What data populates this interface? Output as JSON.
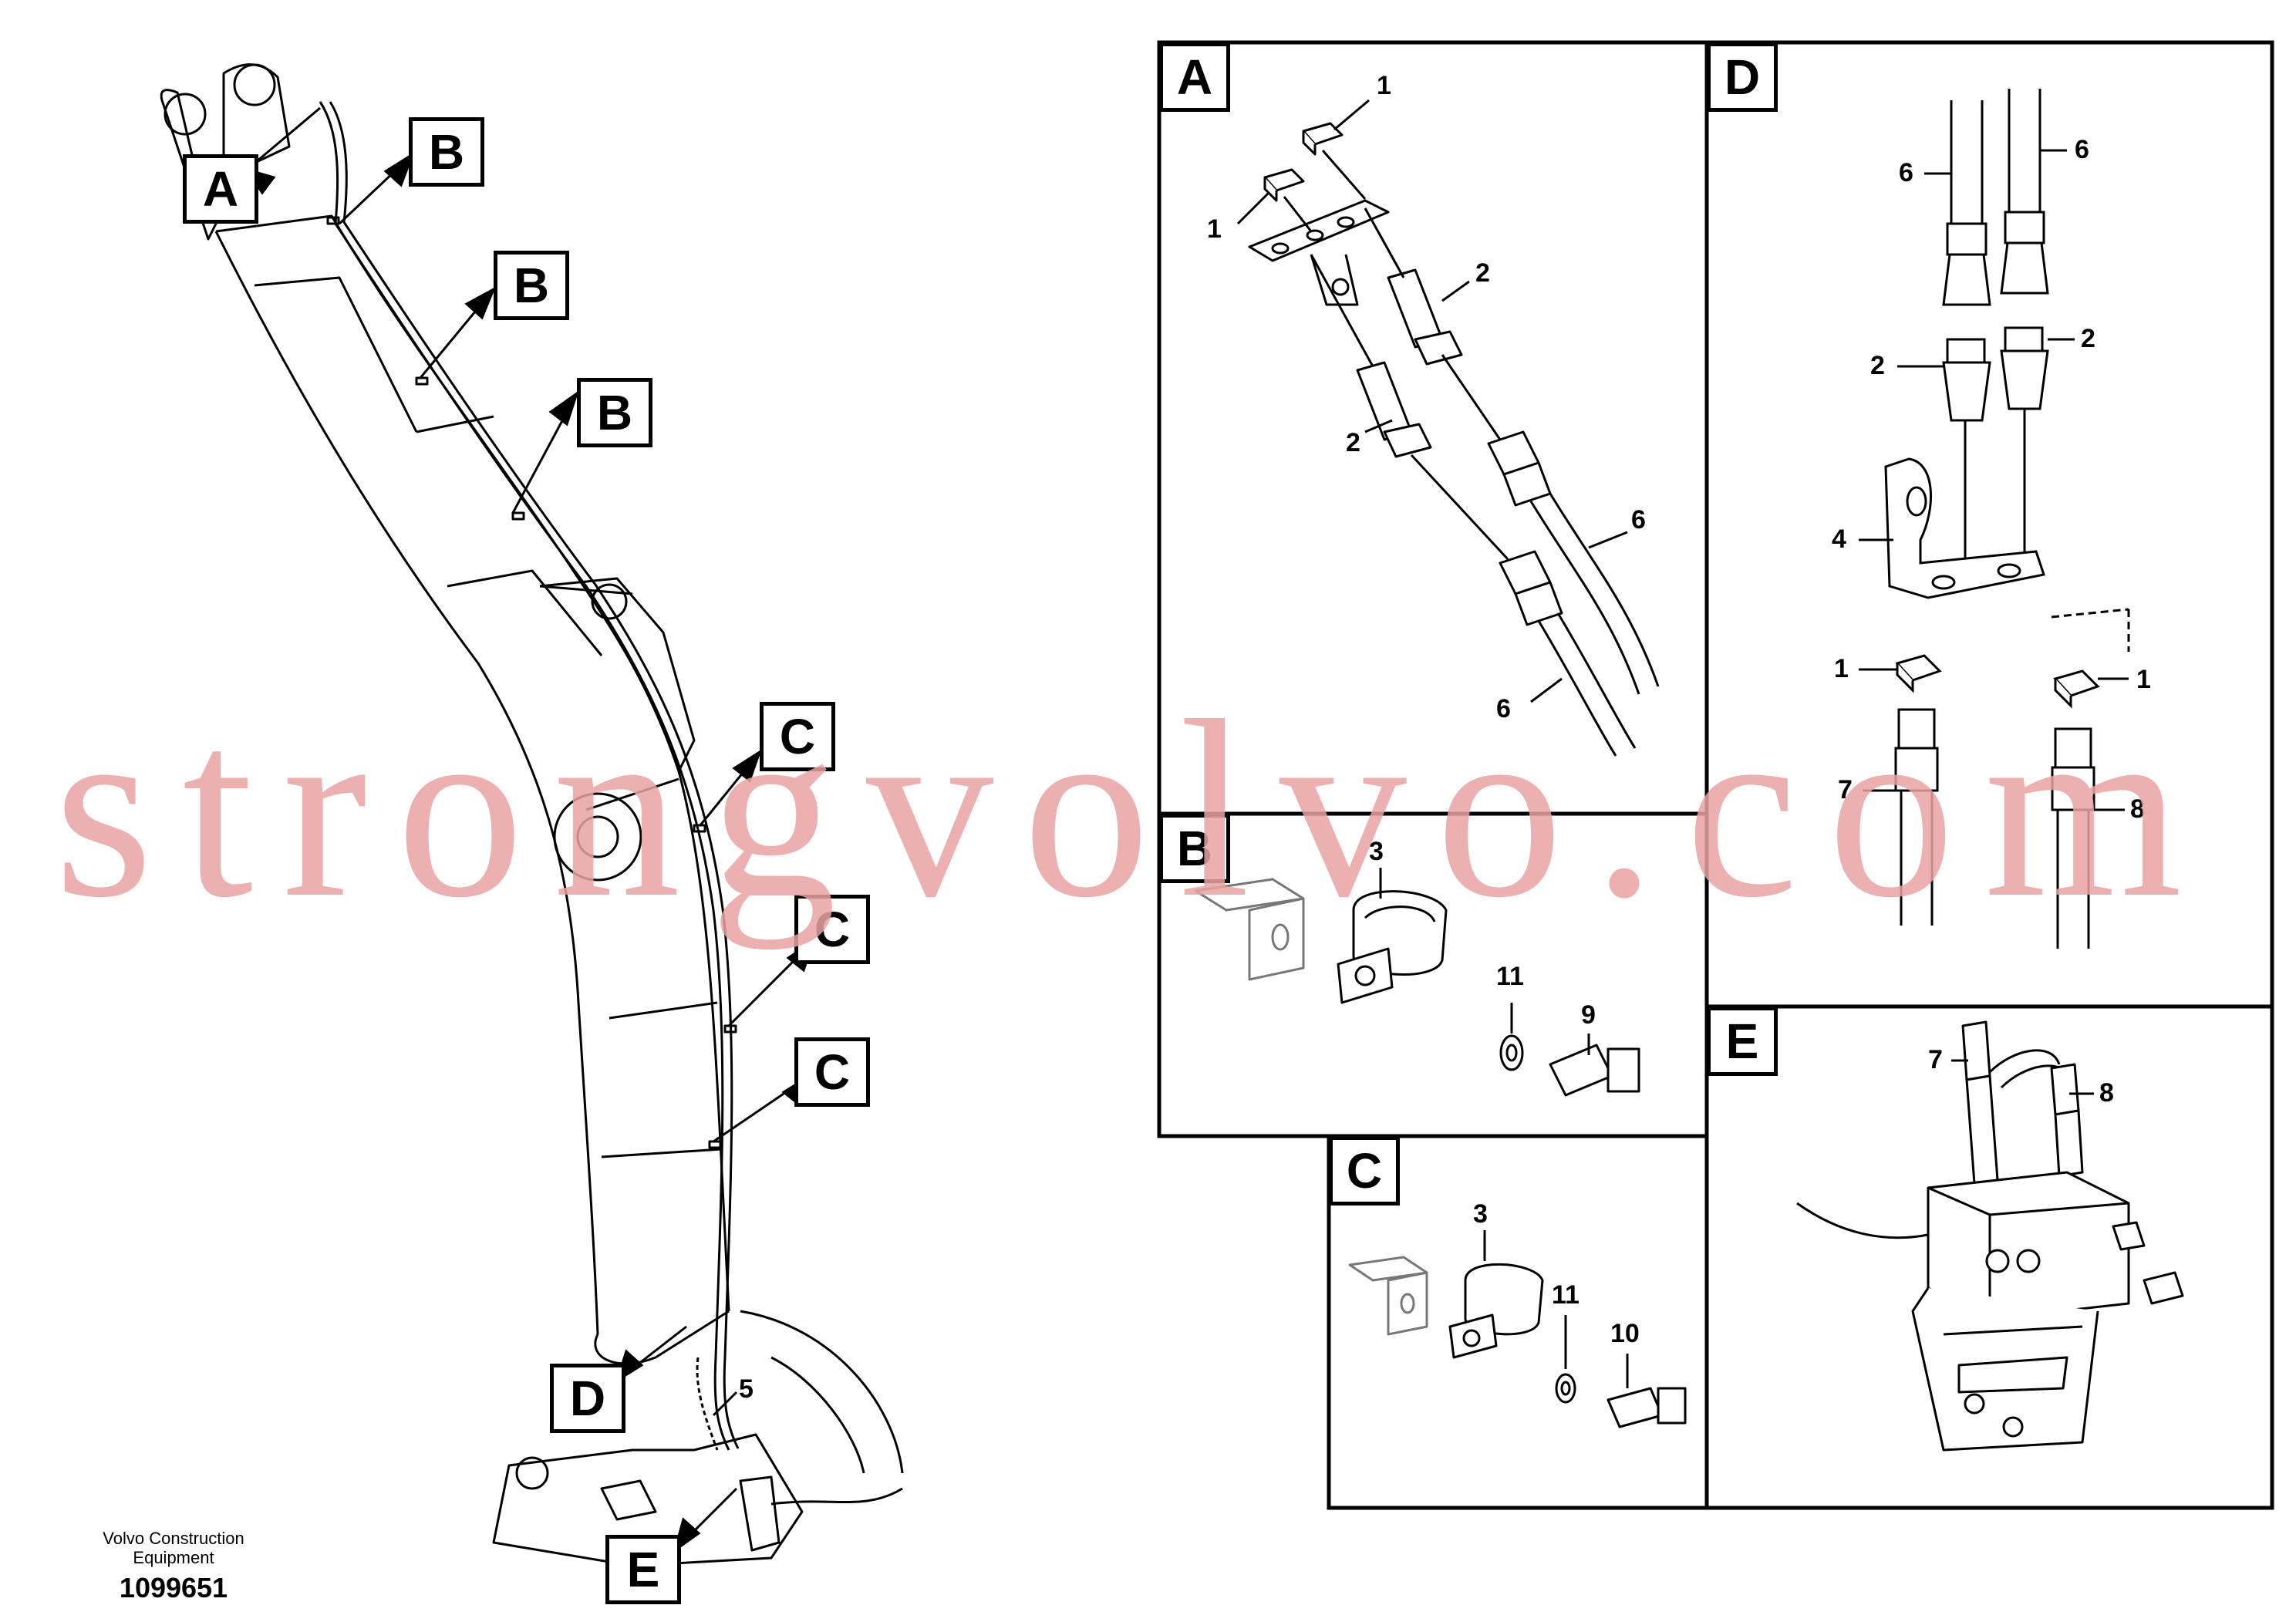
{
  "watermark": "strongvolvo.com",
  "footer": {
    "company_line1": "Volvo Construction",
    "company_line2": "Equipment",
    "drawing_number": "1099651"
  },
  "overview_callouts": {
    "a": "A",
    "b1": "B",
    "b2": "B",
    "b3": "B",
    "c1": "C",
    "c2": "C",
    "c3": "C",
    "d": "D",
    "e": "E",
    "part5": "5"
  },
  "panels": {
    "a": {
      "label": "A",
      "parts": [
        "1",
        "1",
        "2",
        "2",
        "6",
        "6"
      ]
    },
    "b": {
      "label": "B",
      "parts": [
        "3",
        "11",
        "9"
      ]
    },
    "c": {
      "label": "C",
      "parts": [
        "3",
        "11",
        "10"
      ]
    },
    "d": {
      "label": "D",
      "parts": [
        "6",
        "6",
        "2",
        "2",
        "4",
        "1",
        "1",
        "7",
        "8"
      ]
    },
    "e": {
      "label": "E",
      "parts": [
        "7",
        "8"
      ]
    }
  }
}
